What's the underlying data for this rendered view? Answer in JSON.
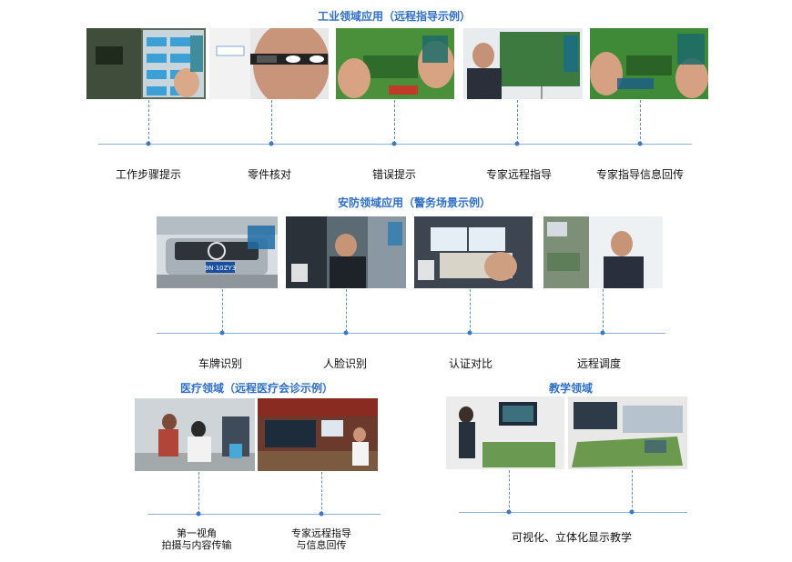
{
  "industrial": {
    "title": "工业领域应用（远程指导示例）",
    "captions": [
      "工作步骤提示",
      "零件核对",
      "错误提示",
      "专家远程指导",
      "专家指导信息回传"
    ]
  },
  "security": {
    "title": "安防领域应用（警务场景示例）",
    "captions": [
      "车牌识别",
      "人脸识别",
      "认证对比",
      "远程调度"
    ],
    "plate_text": "9N·10ZY3"
  },
  "medical": {
    "title": "医疗领域（远程医疗会诊示例）",
    "captions": [
      {
        "line1": "第一视角",
        "line2": "拍摄与内容传输"
      },
      {
        "line1": "专家远程指导",
        "line2": "与信息回传"
      }
    ]
  },
  "teaching": {
    "title": "教学领域",
    "caption": "可视化、立体化显示教学"
  },
  "colors": {
    "accent": "#2e6fc7",
    "line": "#8fb0d8",
    "dot": "#3b78c9"
  }
}
